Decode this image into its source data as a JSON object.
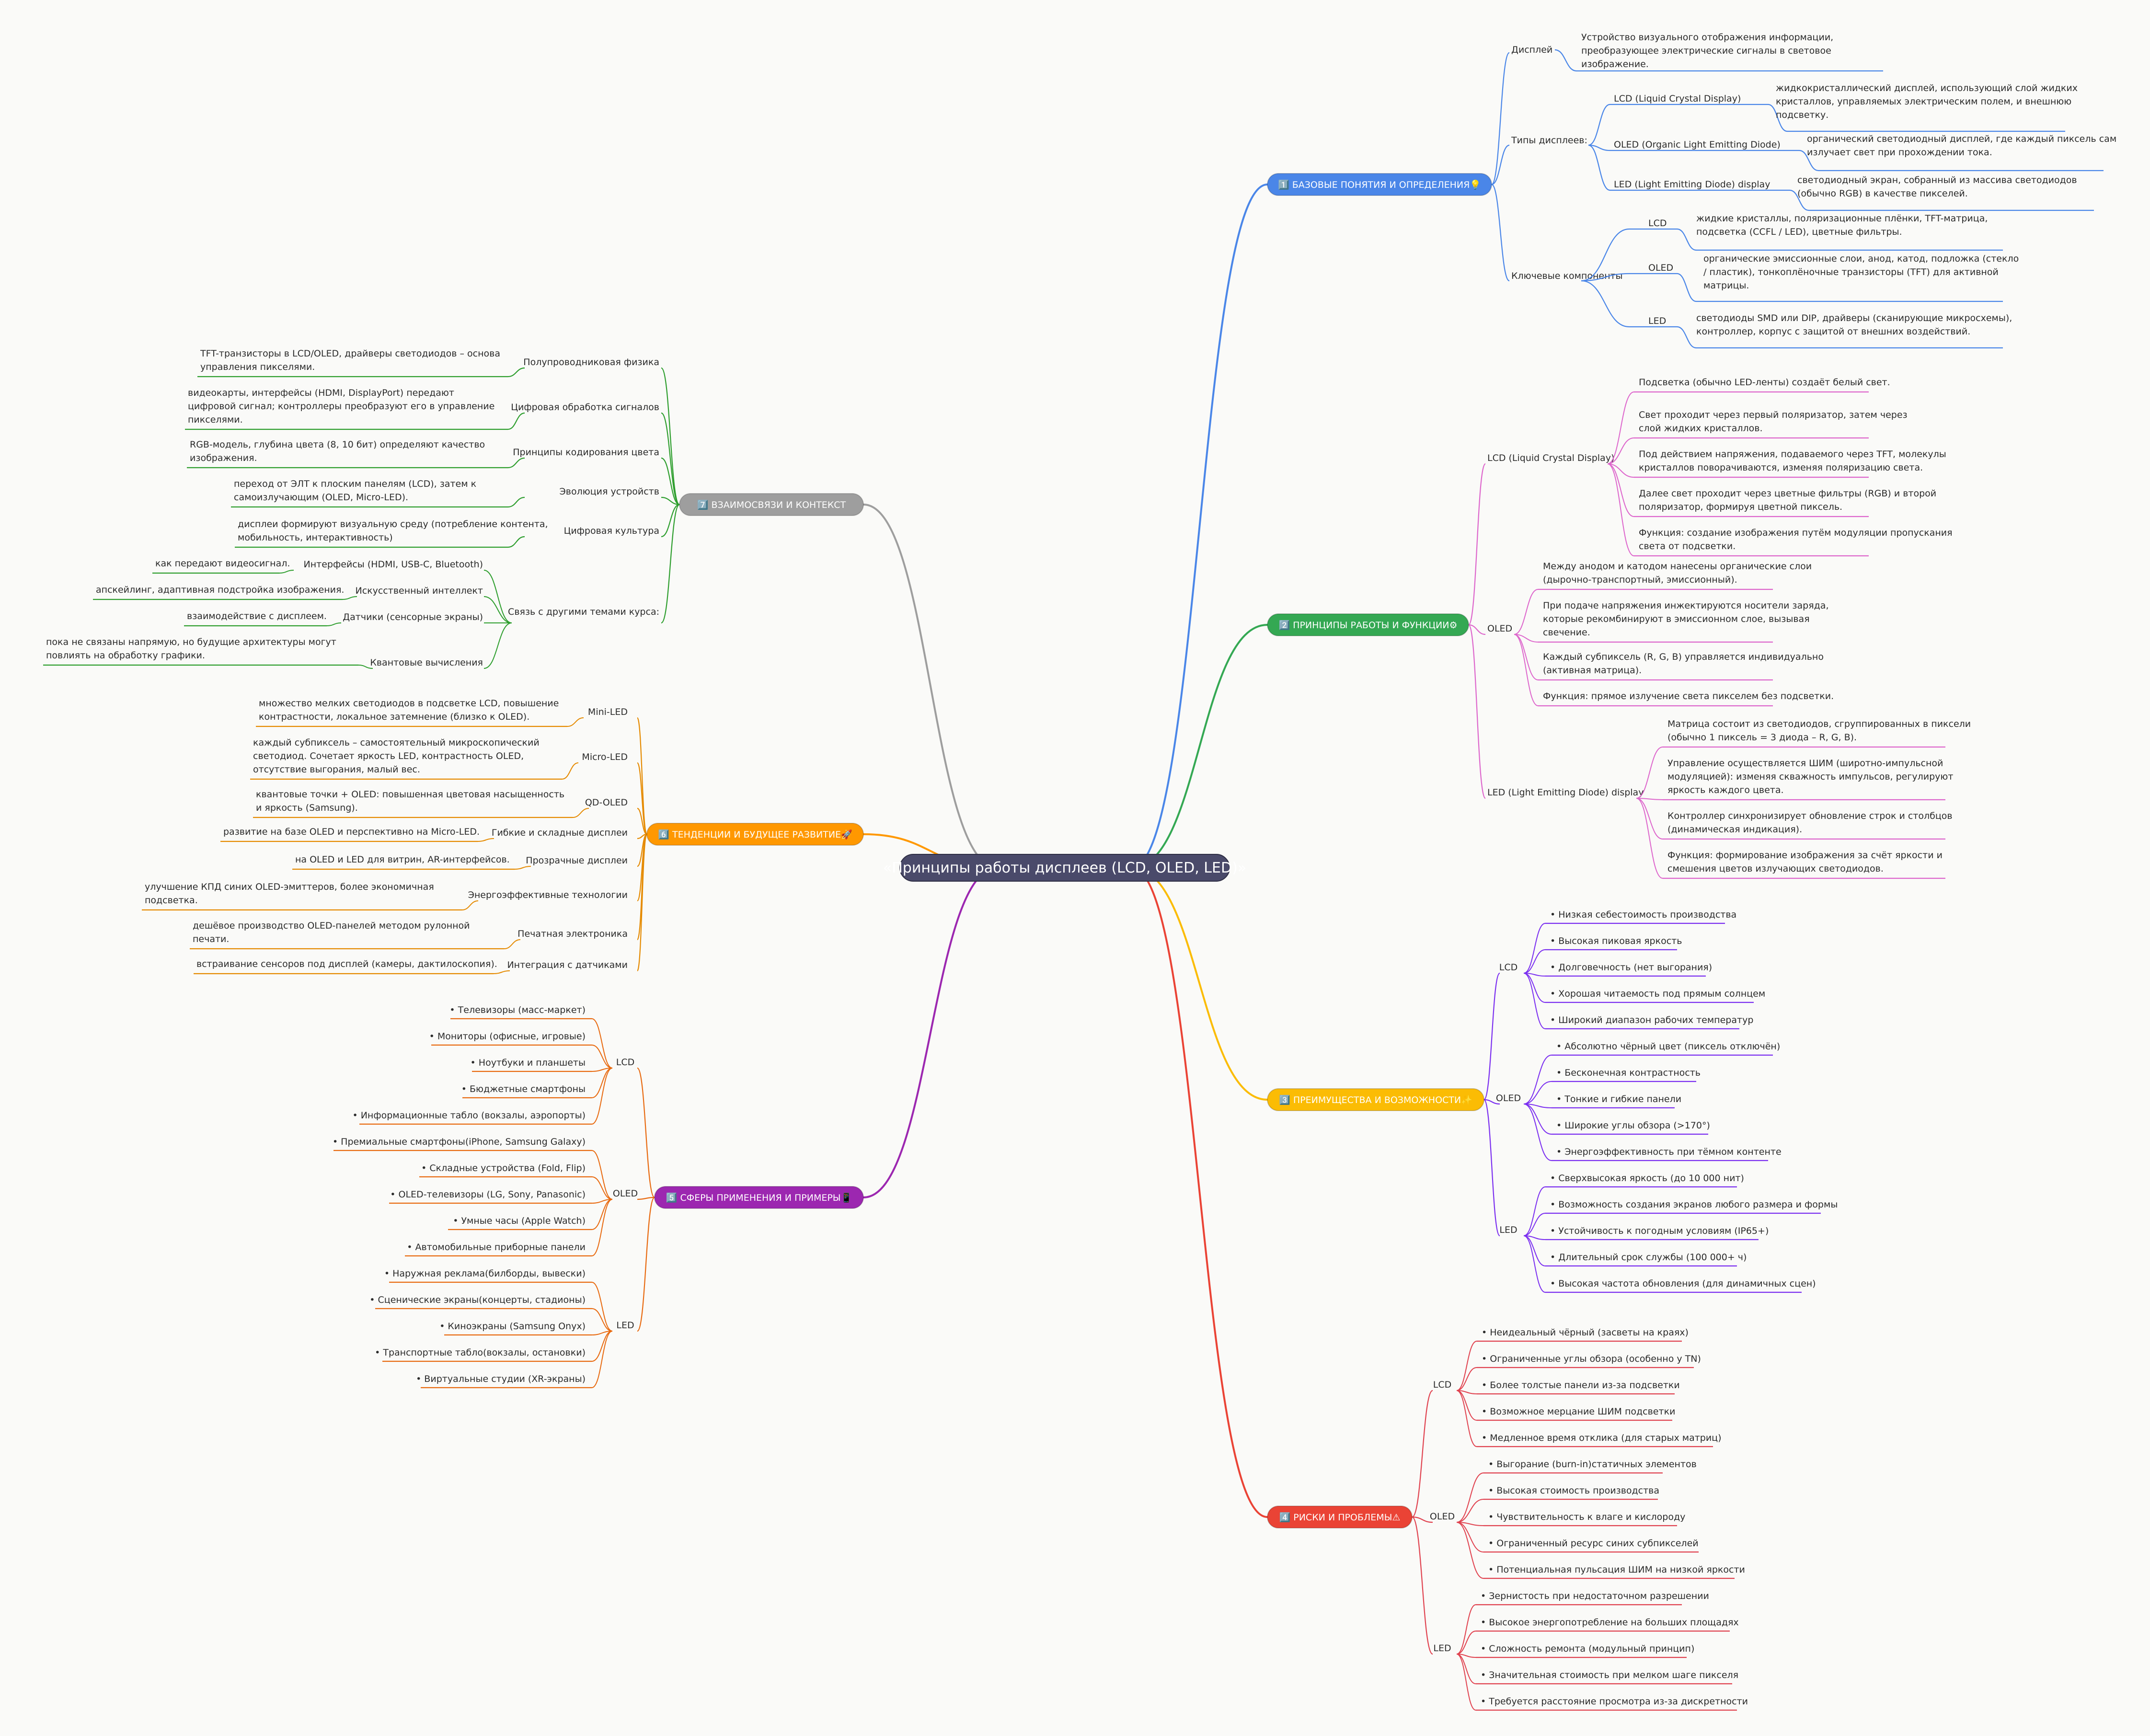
{
  "root": {
    "label": "«Принципы работы дисплеев (LCD, OLED, LED)»"
  },
  "colors": {
    "root": "#4a4a6a",
    "basics": "#4a86e8",
    "principles": "#34a853",
    "advantages": "#fbbc04",
    "risks": "#ea4335",
    "context": "#9e9e9e",
    "trends": "#ff9800",
    "applications": "#9c27b0"
  },
  "branches": {
    "basics": {
      "label": "1️⃣ БАЗОВЫЕ ПОНЯТИЯ И ОПРЕДЕЛЕНИЯ💡",
      "items": [
        {
          "label": "Дисплей",
          "text": [
            "Устройство визуального отображения информации,",
            "преобразующее электрические сигналы в световое",
            "изображение."
          ]
        },
        {
          "label": "Типы дисплеев:",
          "children": [
            {
              "label": "LCD (Liquid Crystal Display)",
              "text": [
                "жидкокристаллический дисплей, использующий слой жидких",
                "кристаллов, управляемых электрическим полем, и внешнюю",
                "подсветку."
              ]
            },
            {
              "label": "OLED (Organic Light Emitting Diode)",
              "text": [
                "органический светодиодный дисплей, где каждый пиксель сам",
                "излучает свет при прохождении тока."
              ]
            },
            {
              "label": "LED (Light Emitting Diode) display",
              "text": [
                "светодиодный экран, собранный из массива светодиодов",
                "(обычно RGB) в качестве пикселей."
              ]
            }
          ]
        },
        {
          "label": "Ключевые компоненты",
          "children": [
            {
              "label": "LCD",
              "text": [
                "жидкие кристаллы, поляризационные плёнки, TFT-матрица,",
                "подсветка (CCFL / LED), цветные фильтры."
              ]
            },
            {
              "label": "OLED",
              "text": [
                "органические эмиссионные слои, анод, катод, подложка (стекло",
                "/ пластик), тонкоплёночные транзисторы (TFT) для активной",
                "матрицы."
              ]
            },
            {
              "label": "LED",
              "text": [
                "светодиоды SMD или DIP, драйверы (сканирующие микросхемы),",
                "контроллер, корпус с защитой от внешних воздействий."
              ]
            }
          ]
        }
      ]
    },
    "principles": {
      "label": "2️⃣ ПРИНЦИПЫ РАБОТЫ И ФУНКЦИИ⚙",
      "groups": [
        {
          "label": "LCD (Liquid Crystal Display)",
          "leaves": [
            [
              "Подсветка (обычно LED-ленты) создаёт белый свет."
            ],
            [
              "Свет проходит через первый поляризатор, затем через",
              "слой жидких кристаллов."
            ],
            [
              "Под действием напряжения, подаваемого через TFT, молекулы",
              "кристаллов поворачиваются, изменяя поляризацию света."
            ],
            [
              "Далее свет проходит через цветные фильтры (RGB) и второй",
              "поляризатор, формируя цветной пиксель."
            ],
            [
              "Функция: создание изображения путём модуляции пропускания",
              "света от подсветки."
            ]
          ]
        },
        {
          "label": "OLED",
          "leaves": [
            [
              "Между анодом и катодом нанесены органические слои",
              "(дырочно-транспортный, эмиссионный)."
            ],
            [
              "При подаче напряжения инжектируются носители заряда,",
              "которые рекомбинируют в эмиссионном слое, вызывая",
              "свечение."
            ],
            [
              "Каждый субпиксель (R, G, B) управляется индивидуально",
              "(активная матрица)."
            ],
            [
              "Функция: прямое излучение света пикселем без подсветки."
            ]
          ]
        },
        {
          "label": "LED (Light Emitting Diode) display",
          "leaves": [
            [
              "Матрица состоит из светодиодов, сгруппированных в пиксели",
              "(обычно 1 пиксель = 3 диода – R, G, B)."
            ],
            [
              "Управление осуществляется ШИМ (широтно-импульсной",
              "модуляцией): изменяя скважность импульсов, регулируют",
              "яркость каждого цвета."
            ],
            [
              "Контроллер синхронизирует обновление строк и столбцов",
              "(динамическая индикация)."
            ],
            [
              "Функция: формирование изображения за счёт яркости и",
              "смешения цветов излучающих светодиодов."
            ]
          ]
        }
      ]
    },
    "advantages": {
      "label": "3️⃣ ПРЕИМУЩЕСТВА И ВОЗМОЖНОСТИ✨",
      "groups": [
        {
          "label": "LCD",
          "leaves": [
            "• Низкая себестоимость производства",
            "• Высокая пиковая яркость",
            "• Долговечность (нет выгорания)",
            "• Хорошая читаемость под прямым солнцем",
            "• Широкий диапазон рабочих температур"
          ]
        },
        {
          "label": "OLED",
          "leaves": [
            "• Абсолютно чёрный цвет (пиксель отключён)",
            "• Бесконечная контрастность",
            "• Тонкие и гибкие панели",
            "• Широкие углы обзора (>170°)",
            "• Энергоэффективность при тёмном контенте"
          ]
        },
        {
          "label": "LED",
          "leaves": [
            "• Сверхвысокая яркость (до 10 000 нит)",
            "• Возможность создания экранов любого размера и формы",
            "• Устойчивость к погодным условиям (IP65+)",
            "• Длительный срок службы (100 000+ ч)",
            "• Высокая частота обновления (для динамичных сцен)"
          ]
        }
      ]
    },
    "risks": {
      "label": "4️⃣ РИСКИ И ПРОБЛЕМЫ⚠",
      "groups": [
        {
          "label": "LCD",
          "leaves": [
            "• Неидеальный чёрный (засветы на краях)",
            "• Ограниченные углы обзора (особенно у TN)",
            "• Более толстые панели из-за подсветки",
            "• Возможное мерцание ШИМ подсветки",
            "• Медленное время отклика (для старых матриц)"
          ]
        },
        {
          "label": "OLED",
          "leaves": [
            "• Выгорание (burn-in)статичных элементов",
            "• Высокая стоимость производства",
            "• Чувствительность к влаге и кислороду",
            "• Ограниченный ресурс синих субпикселей",
            "• Потенциальная пульсация ШИМ на низкой яркости"
          ]
        },
        {
          "label": "LED",
          "leaves": [
            "• Зернистость при недостаточном разрешении",
            "• Высокое энергопотребление на больших площадях",
            "• Сложность ремонта (модульный принцип)",
            "• Значительная стоимость при мелком шаге пикселя",
            "• Требуется расстояние просмотра из-за дискретности"
          ]
        }
      ]
    },
    "context": {
      "label": "7️⃣ ВЗАИМОСВЯЗИ И КОНТЕКСТ",
      "items": [
        {
          "label": "Полупроводниковая физика",
          "text": [
            "TFT-транзисторы в LCD/OLED, драйверы светодиодов – основа",
            "управления пикселями."
          ]
        },
        {
          "label": "Цифровая обработка сигналов",
          "text": [
            "видеокарты, интерфейсы (HDMI, DisplayPort) передают",
            "цифровой сигнал; контроллеры преобразуют его в управление",
            "пикселями."
          ]
        },
        {
          "label": "Принципы кодирования цвета",
          "text": [
            "RGB-модель, глубина цвета (8, 10 бит) определяют качество",
            "изображения."
          ]
        },
        {
          "label": "Эволюция устройств",
          "text": [
            "переход от ЭЛТ к плоским панелям (LCD), затем к",
            "самоизлучающим (OLED, Micro-LED)."
          ]
        },
        {
          "label": "Цифровая культура",
          "text": [
            "дисплеи формируют визуальную среду (потребление контента,",
            "мобильность, интерактивность)"
          ]
        },
        {
          "label": "Связь с другими темами курса:",
          "children": [
            {
              "label": "Интерфейсы (HDMI, USB-C, Bluetooth)",
              "text": [
                "как передают видеосигнал."
              ]
            },
            {
              "label": "Искусственный интеллект",
              "text": [
                "апскейлинг, адаптивная подстройка изображения."
              ]
            },
            {
              "label": "Датчики (сенсорные экраны)",
              "text": [
                "взаимодействие с дисплеем."
              ]
            },
            {
              "label": "Квантовые вычисления",
              "text": [
                "пока не связаны напрямую, но будущие архитектуры могут",
                "повлиять на обработку графики."
              ]
            }
          ]
        }
      ]
    },
    "trends": {
      "label": "6️⃣ ТЕНДЕНЦИИ И БУДУЩЕЕ РАЗВИТИЕ🚀",
      "items": [
        {
          "label": "Mini-LED",
          "text": [
            "множество мелких светодиодов в подсветке LCD, повышение",
            "контрастности, локальное затемнение (близко к OLED)."
          ]
        },
        {
          "label": "Micro-LED",
          "text": [
            "каждый субпиксель – самостоятельный микроскопический",
            "светодиод. Сочетает яркость LED, контрастность OLED,",
            "отсутствие выгорания, малый вес."
          ]
        },
        {
          "label": "QD-OLED",
          "text": [
            "квантовые точки + OLED: повышенная цветовая насыщенность",
            "и яркость (Samsung)."
          ]
        },
        {
          "label": "Гибкие и складные дисплеи",
          "text": [
            "развитие на базе OLED и перспективно на Micro-LED."
          ]
        },
        {
          "label": "Прозрачные дисплеи",
          "text": [
            "на OLED и LED для витрин, AR-интерфейсов."
          ]
        },
        {
          "label": "Энергоэффективные технологии",
          "text": [
            "улучшение КПД синих OLED-эмиттеров, более экономичная",
            "подсветка."
          ]
        },
        {
          "label": "Печатная электроника",
          "text": [
            "дешёвое производство OLED-панелей методом рулонной",
            "печати."
          ]
        },
        {
          "label": "Интеграция с датчиками",
          "text": [
            "встраивание сенсоров под дисплей (камеры, дактилоскопия)."
          ]
        }
      ]
    },
    "applications": {
      "label": "5️⃣ СФЕРЫ ПРИМЕНЕНИЯ И ПРИМЕРЫ📱",
      "groups": [
        {
          "label": "LCD",
          "leaves": [
            "• Телевизоры (масс-маркет)",
            "• Мониторы (офисные, игровые)",
            "• Ноутбуки и планшеты",
            "• Бюджетные смартфоны",
            "• Информационные табло (вокзалы, аэропорты)"
          ]
        },
        {
          "label": "OLED",
          "leaves": [
            "• Премиальные смартфоны(iPhone, Samsung Galaxy)",
            "• Складные устройства (Fold, Flip)",
            "• OLED-телевизоры (LG, Sony, Panasonic)",
            "• Умные часы (Apple Watch)",
            "• Автомобильные приборные панели"
          ]
        },
        {
          "label": "LED",
          "leaves": [
            "• Наружная реклама(билборды, вывески)",
            "• Сценические экраны(концерты, стадионы)",
            "• Киноэкраны (Samsung Onyx)",
            "• Транспортные табло(вокзалы, остановки)",
            "• Виртуальные студии (XR-экраны)"
          ]
        }
      ]
    }
  }
}
